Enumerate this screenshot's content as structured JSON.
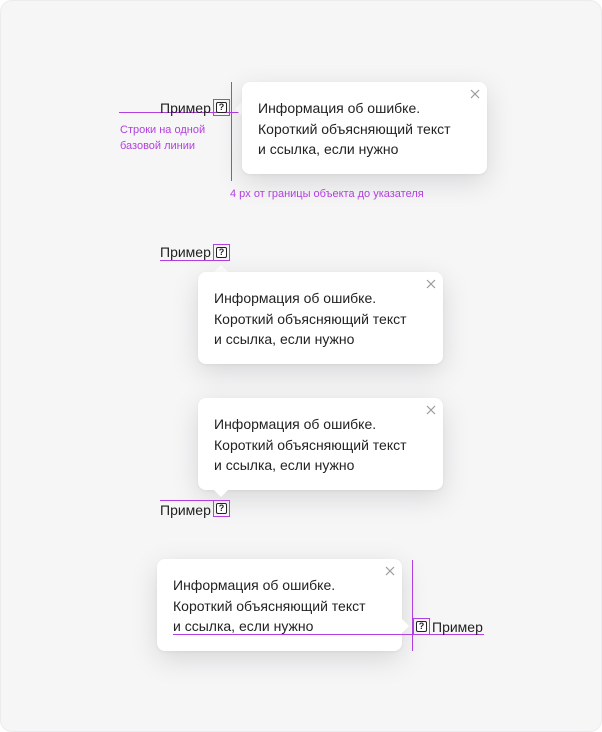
{
  "colors": {
    "guide": "#b23fe0",
    "background": "#f6f6f7",
    "tooltip": "#ffffff",
    "text": "#1f1f1f"
  },
  "example_label": "Пример",
  "help_icon_glyph": "?",
  "tooltip": {
    "lines": [
      "Информация об ошибке.",
      "Короткий объясняющий текст",
      "и ссылка, если нужно"
    ],
    "close_icon": "close-icon"
  },
  "annotations": {
    "baseline": [
      "Строки на одной",
      "базовой линии"
    ],
    "offset": "4 px от границы объекта до указателя"
  }
}
